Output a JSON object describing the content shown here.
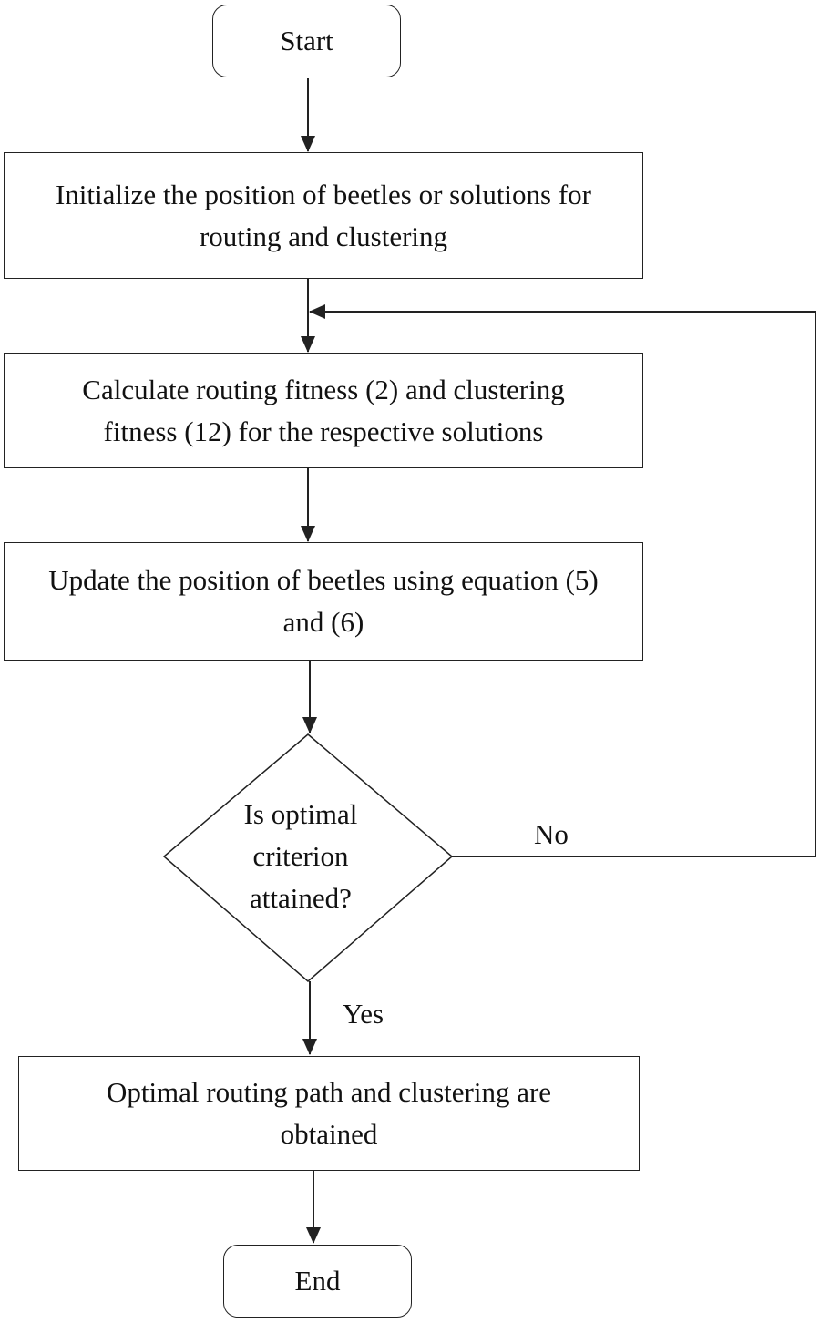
{
  "nodes": {
    "start": "Start",
    "initialize": "Initialize the position of beetles or solutions for routing and clustering",
    "calculate": "Calculate routing fitness (2) and clustering fitness (12) for the respective solutions",
    "update": "Update the position of beetles using equation (5) and (6)",
    "decision": "Is optimal criterion attained?",
    "result": "Optimal routing path and clustering are obtained",
    "end": "End"
  },
  "edges": {
    "no_label": "No",
    "yes_label": "Yes"
  }
}
